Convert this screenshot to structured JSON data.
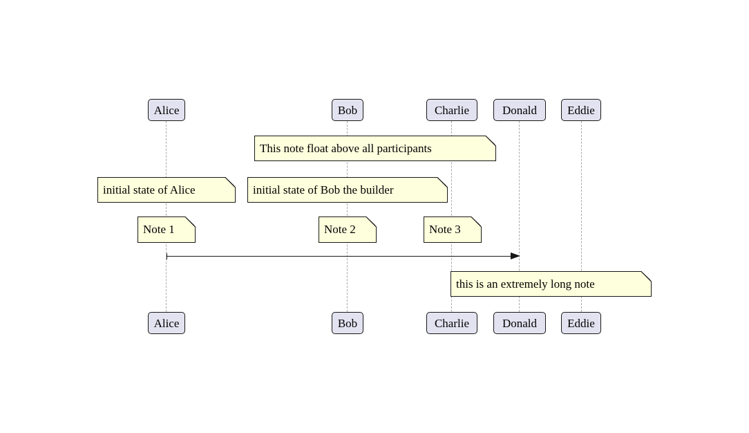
{
  "diagram": {
    "kind": "uml-sequence-diagram"
  },
  "participants": [
    {
      "name": "Alice"
    },
    {
      "name": "Bob"
    },
    {
      "name": "Charlie"
    },
    {
      "name": "Donald"
    },
    {
      "name": "Eddie"
    }
  ],
  "notes": [
    {
      "text": "This note float above all participants"
    },
    {
      "text": "initial state of Alice"
    },
    {
      "text": "initial state of Bob the builder"
    },
    {
      "text": "Note 1"
    },
    {
      "text": "Note 2"
    },
    {
      "text": "Note 3"
    },
    {
      "text": "this is an extremely long note"
    }
  ],
  "messages": [
    {
      "from": "Alice",
      "to": "Donald"
    }
  ],
  "colors": {
    "background": "#FFFFFF",
    "participant_fill": "#E2E2F0",
    "participant_border": "#181818",
    "note_fill": "#FEFFDD",
    "note_border": "#181818",
    "lifeline": "#A8A8A8",
    "arrow": "#181818",
    "text": "#000000"
  }
}
